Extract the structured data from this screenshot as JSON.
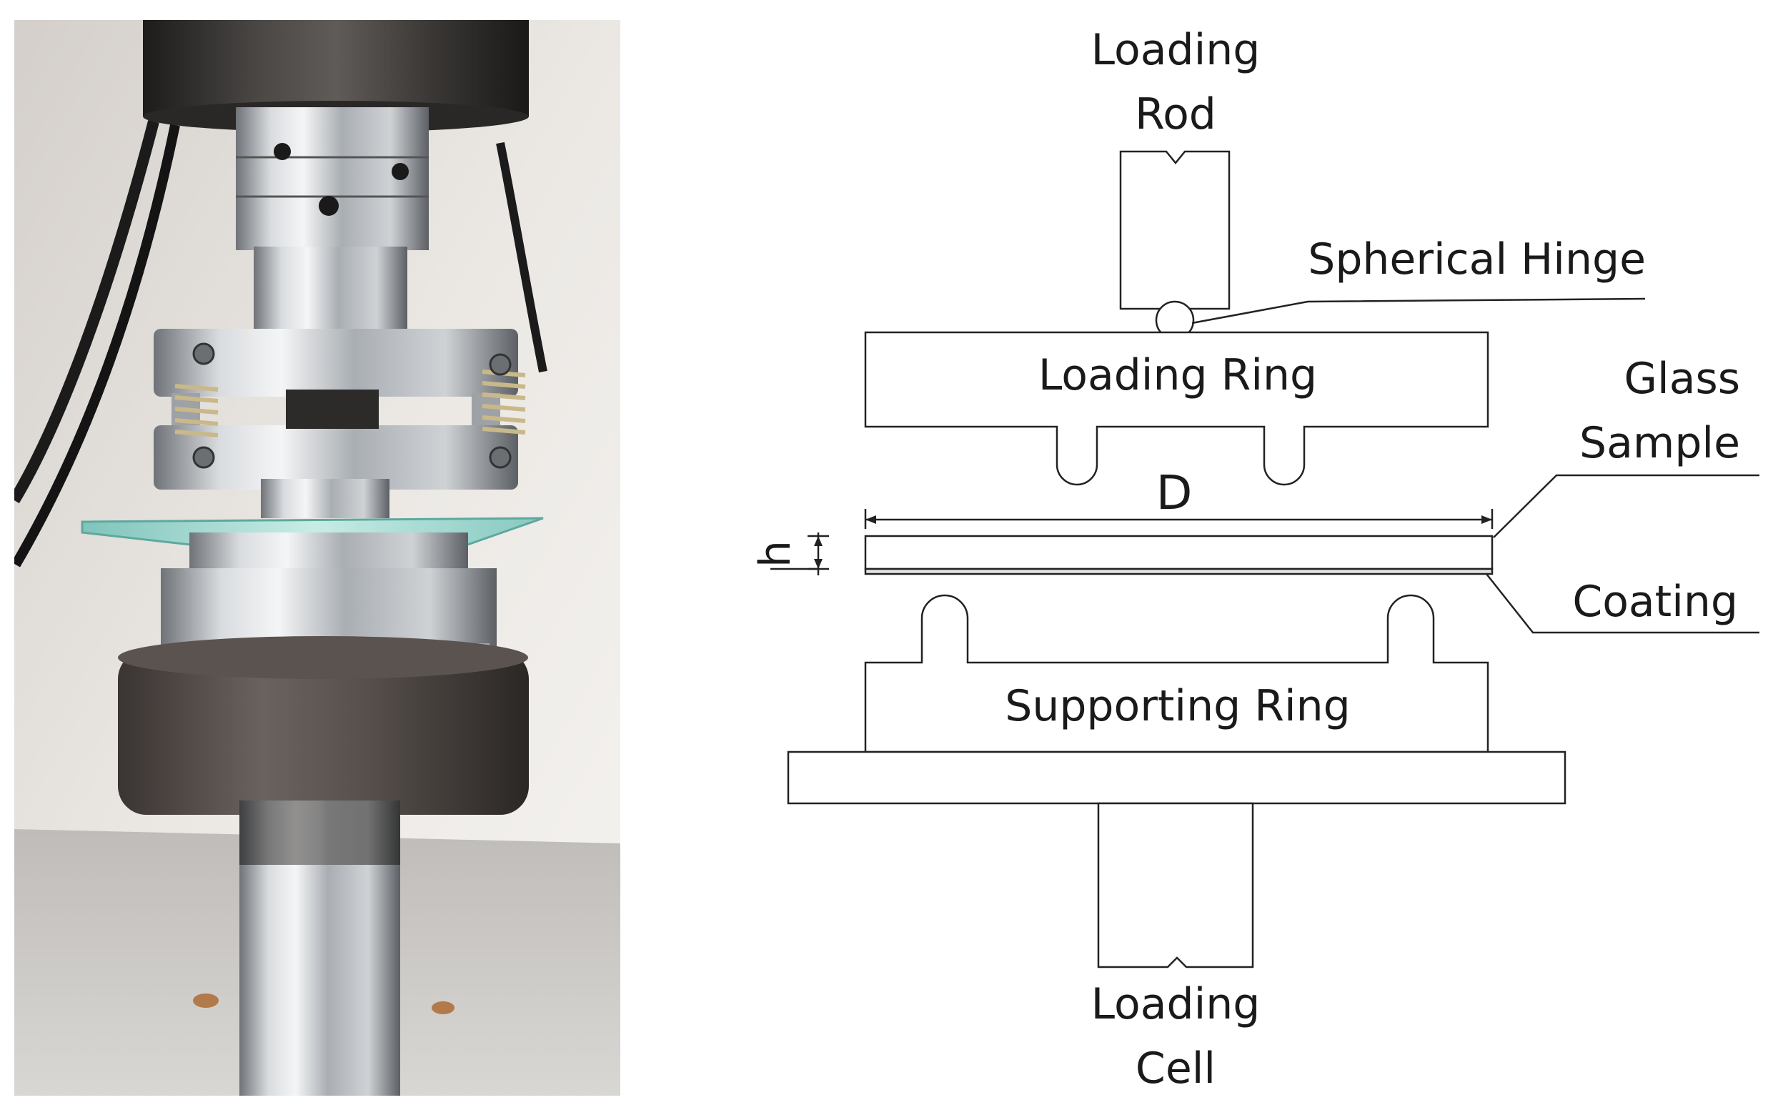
{
  "diagram": {
    "labels": {
      "loading_rod": [
        "Loading",
        "Rod"
      ],
      "spherical_hinge": "Spherical Hinge",
      "loading_ring": "Loading Ring",
      "glass_sample": [
        "Glass",
        "Sample"
      ],
      "diameter": "D",
      "thickness": "h",
      "coating": "Coating",
      "supporting_ring": "Supporting Ring",
      "loading_cell": [
        "Loading",
        "Cell"
      ]
    }
  },
  "photo": {
    "colors": {
      "background_wall": "#e7e3df",
      "dark_housing": "#2e2c2b",
      "steel": "#b8bcc0",
      "glass": "#9fd6cf",
      "cast_iron": "#4a4745"
    }
  }
}
